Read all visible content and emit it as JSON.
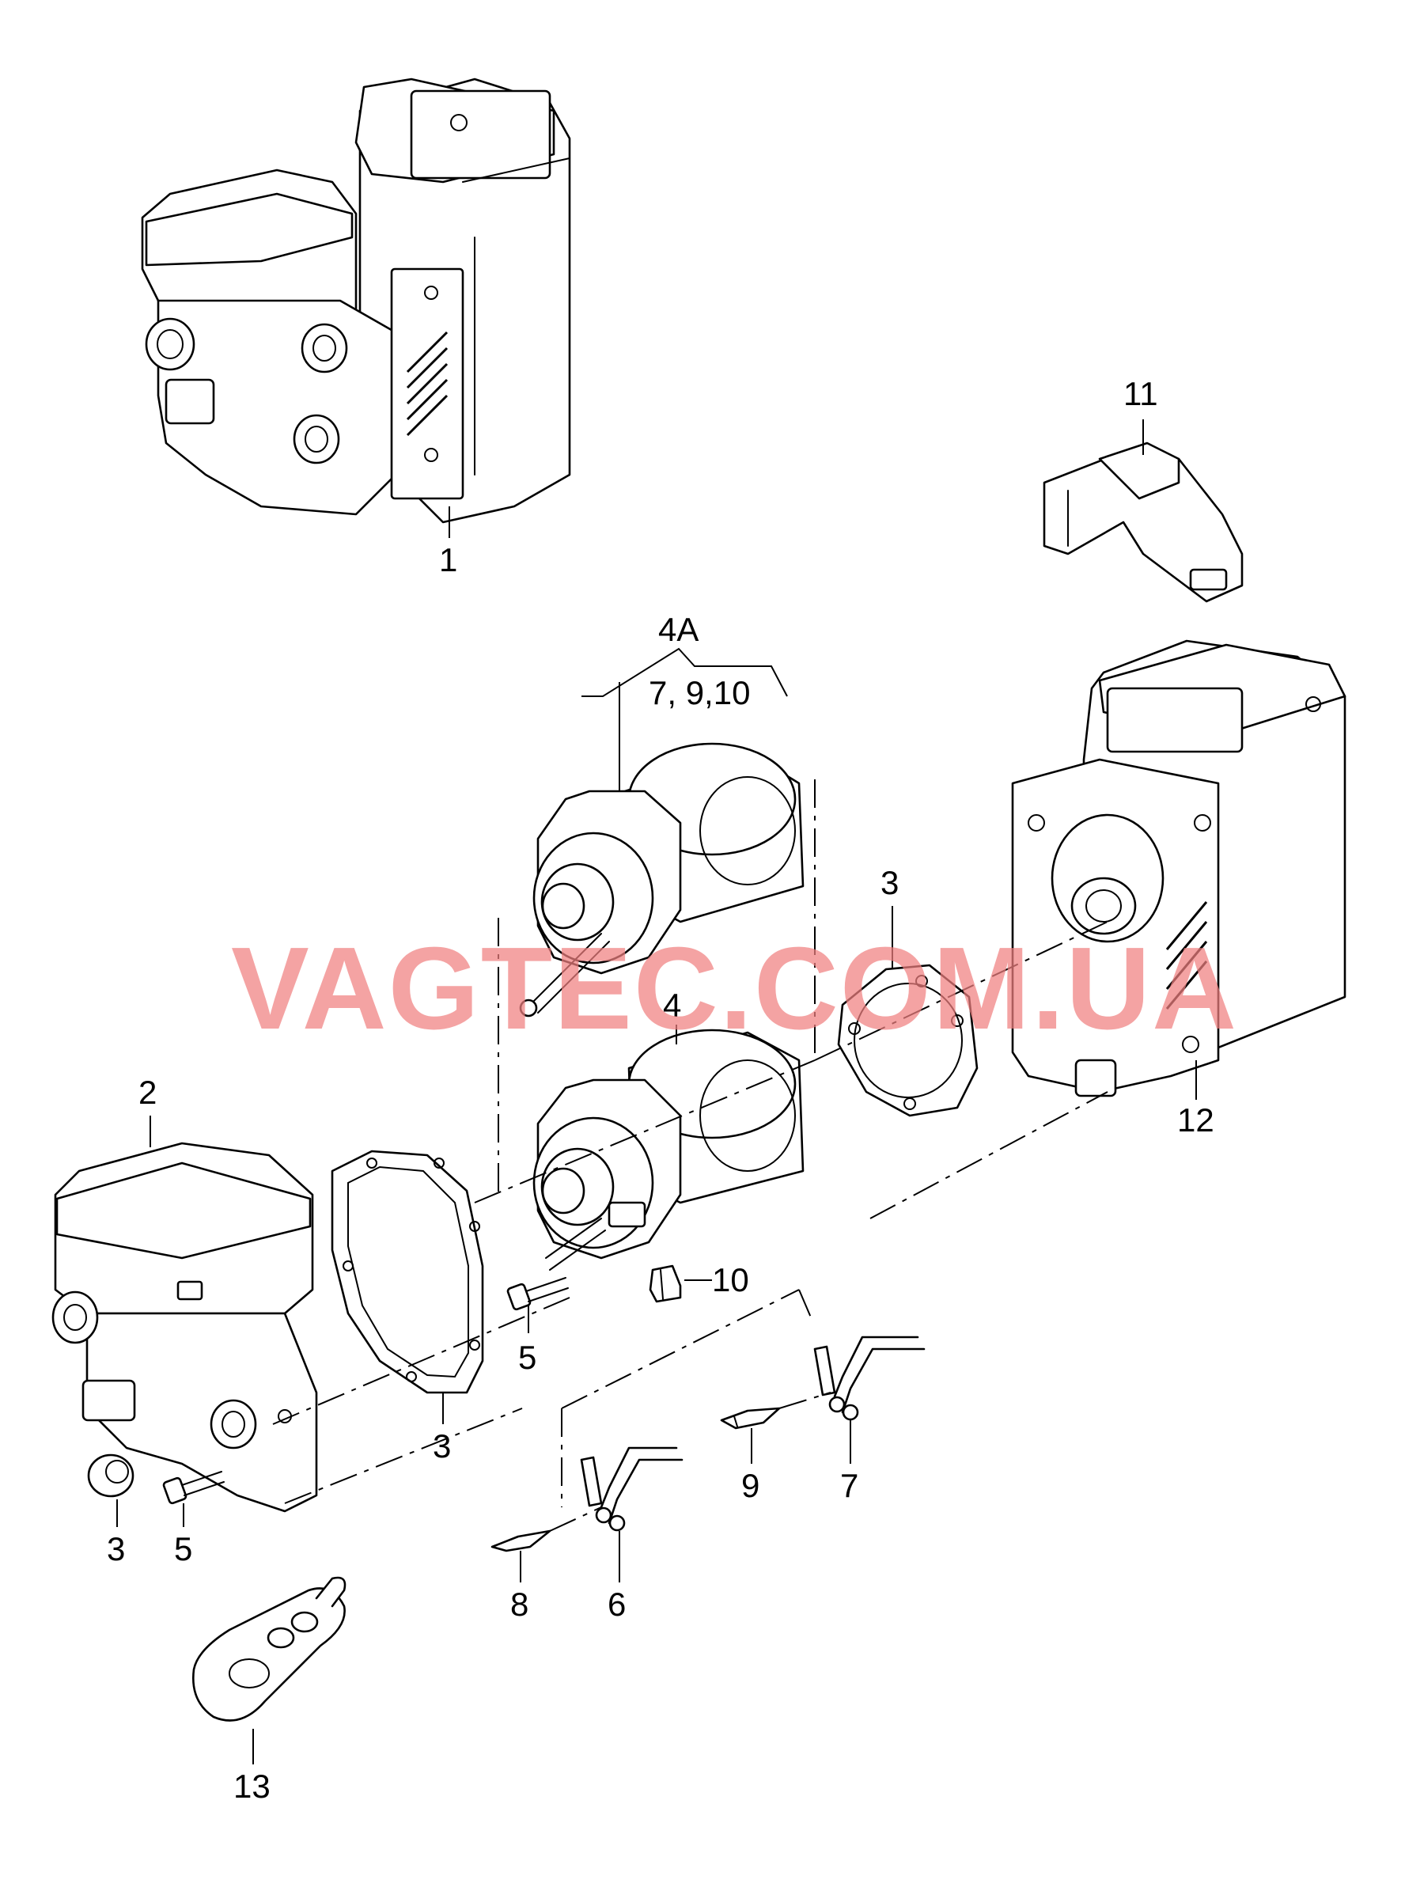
{
  "callouts": {
    "c1": "1",
    "c2": "2",
    "c3a": "3",
    "c3b": "3",
    "c3c": "3",
    "c4": "4",
    "c4a": "4A",
    "c4a_sub": "7, 9,10",
    "c5a": "5",
    "c5b": "5",
    "c6": "6",
    "c7": "7",
    "c8": "8",
    "c9": "9",
    "c10": "10",
    "c11": "11",
    "c12": "12",
    "c13": "13"
  },
  "watermark": "VAGTEC.COM.UA",
  "colors": {
    "line": "#000000",
    "background": "#ffffff",
    "watermark": "#f08080"
  }
}
